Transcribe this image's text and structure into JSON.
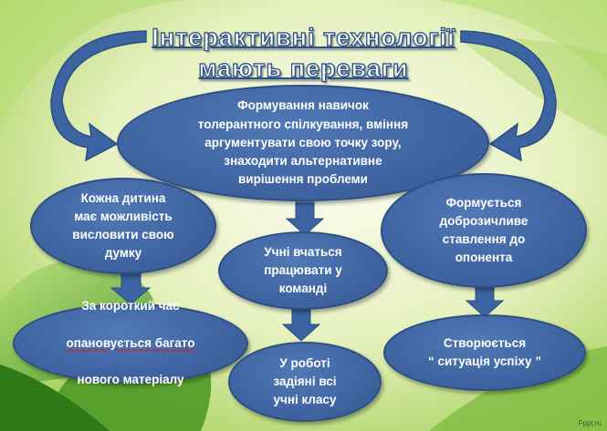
{
  "title": {
    "line1": "Інтерактивні технології",
    "line2": "мають переваги"
  },
  "nodes": {
    "center": "Формування навичок\nтолерантного спілкування, вміння\nаргументувати свою точку зору,\nзнаходити альтернативне\nвирішення проблеми",
    "left": "Кожна дитина\nмає можливість\nвисловити свою\nдумку",
    "middle": "Учні вчаться\nпрацювати у\nкоманді",
    "right": "Формується\nдоброзичливе\nставлення до\nопонента",
    "bottom_left_line1": "За короткий час",
    "bottom_left_line2": "опановується багато",
    "bottom_left_line3": "нового матеріалу",
    "bottom_middle": "У роботі\nзадіяні всі\nучні класу",
    "bottom_right": "Створюється\n“ ситуація успіху ”"
  },
  "watermark": "Fppt.ru",
  "colors": {
    "node_fill": "#4068a5",
    "arrow_fill": "#3c64a3",
    "background_light": "#f3f7d8",
    "background_green": "#8bc83c"
  }
}
